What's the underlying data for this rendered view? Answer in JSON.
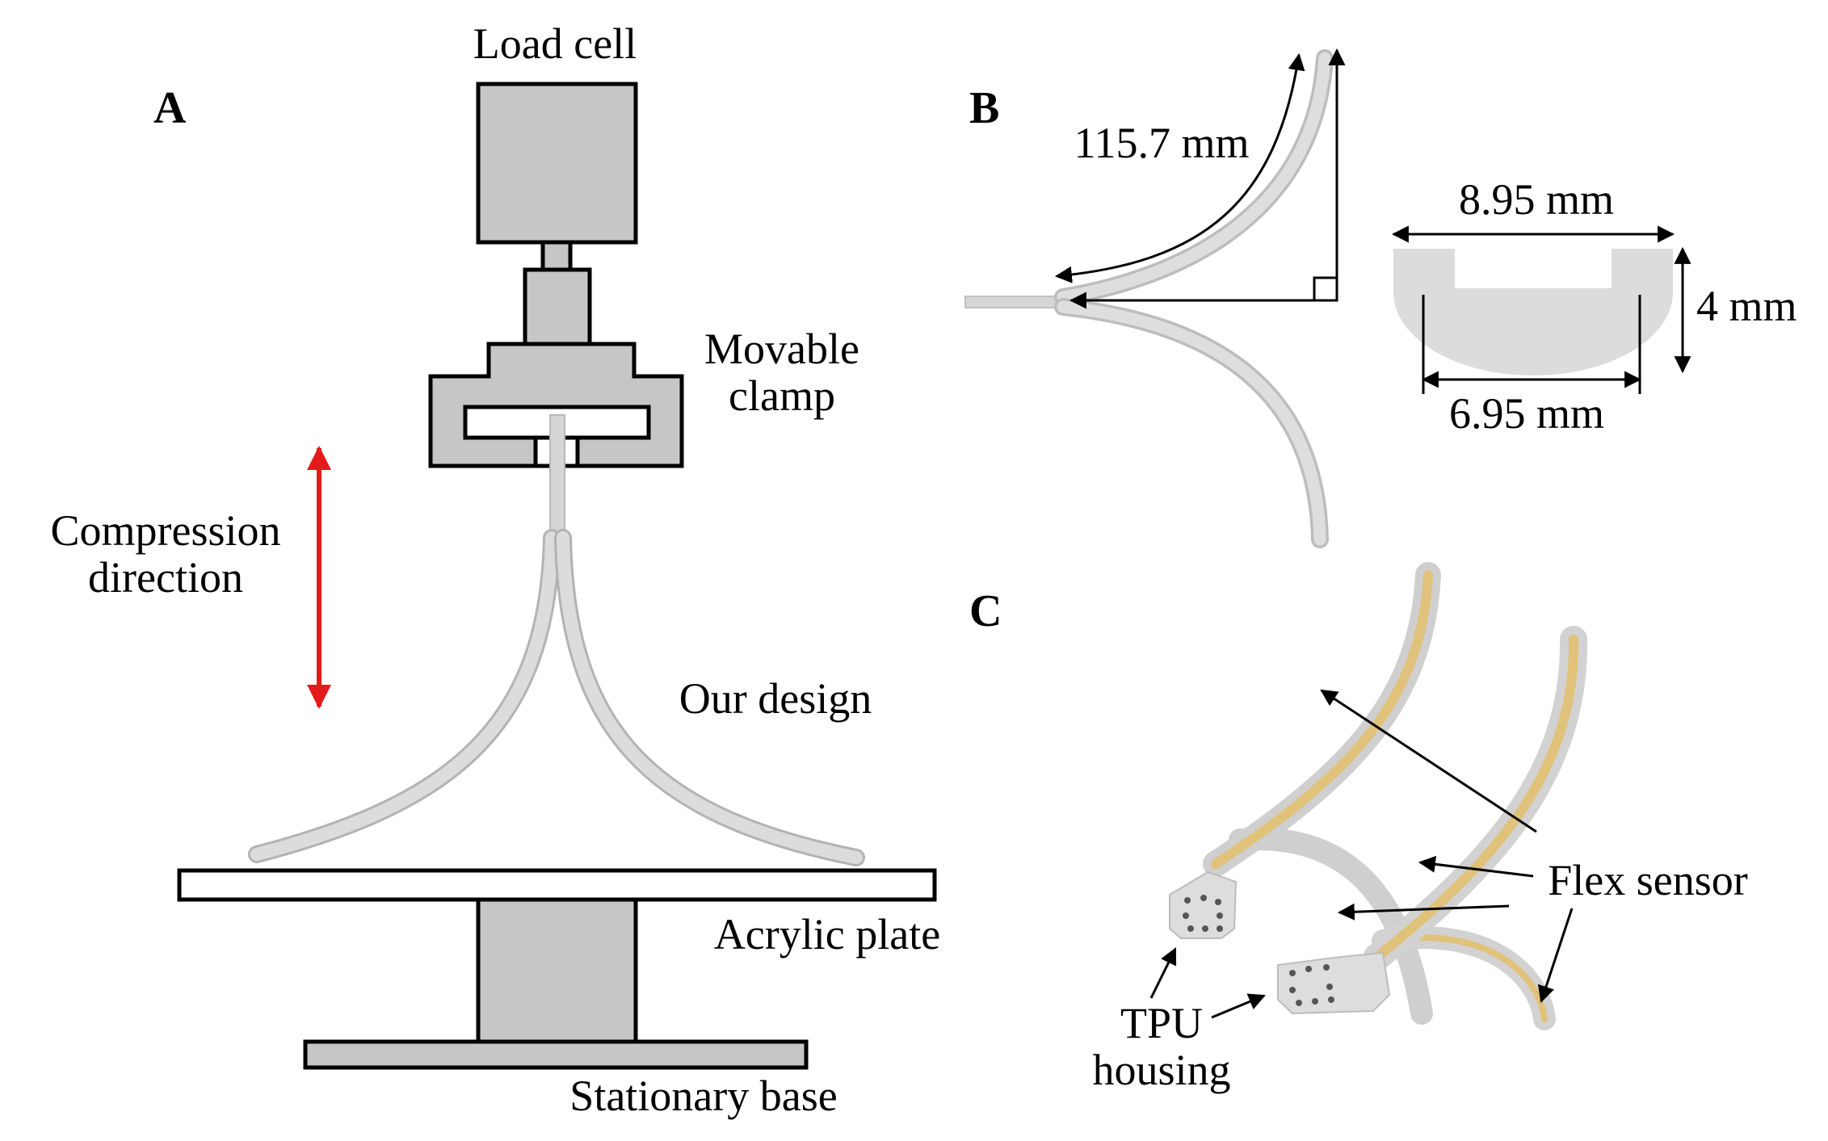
{
  "panels": {
    "a": {
      "letter": "A",
      "load_cell": "Load cell",
      "movable_clamp_line1": "Movable",
      "movable_clamp_line2": "clamp",
      "compression_line1": "Compression",
      "compression_line2": "direction",
      "our_design": "Our design",
      "acrylic_plate": "Acrylic plate",
      "stationary_base": "Stationary base"
    },
    "b": {
      "letter": "B",
      "arc_length": "115.7 mm",
      "outer_width": "8.95 mm",
      "inner_width": "6.95 mm",
      "height": "4 mm"
    },
    "c": {
      "letter": "C",
      "flex_sensor": "Flex sensor",
      "tpu_line1": "TPU",
      "tpu_line2": "housing"
    }
  },
  "colors": {
    "fixture_gray": "#c6c6c6",
    "arm_gray": "#d6d6d6",
    "sensor_gold": "#e0c27a",
    "compression_arrow": "#e31b1b"
  }
}
